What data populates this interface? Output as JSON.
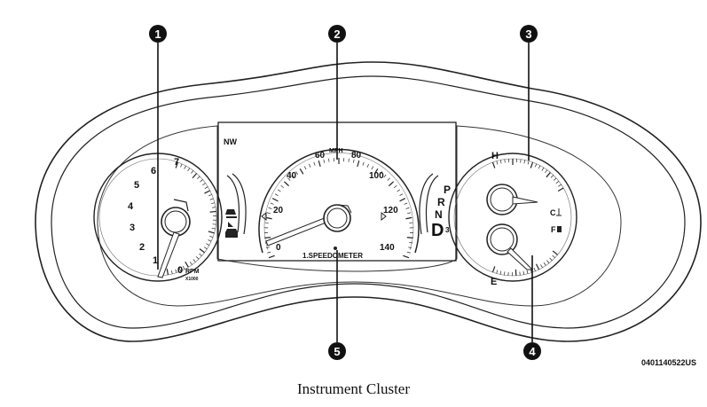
{
  "figure": {
    "caption": "Instrument Cluster",
    "part_number": "0401140522US"
  },
  "callouts": [
    {
      "id": "callout-1",
      "number": "1"
    },
    {
      "id": "callout-2",
      "number": "2"
    },
    {
      "id": "callout-3",
      "number": "3"
    },
    {
      "id": "callout-4",
      "number": "4"
    },
    {
      "id": "callout-5",
      "number": "5"
    }
  ],
  "tachometer": {
    "labels": [
      "0",
      "1",
      "2",
      "3",
      "4",
      "5",
      "6",
      "7"
    ],
    "unit": "RPM",
    "multiplier": "X1000"
  },
  "speedometer": {
    "labels": [
      "0",
      "20",
      "40",
      "60",
      "80",
      "100",
      "120",
      "140"
    ],
    "unit": "MPH",
    "display_text": "1.SPEEDOMETER"
  },
  "compass": "NW",
  "gear": {
    "park": "P",
    "reverse": "R",
    "neutral": "N",
    "drive": "D",
    "range": "3"
  },
  "temperature": {
    "hot": "H",
    "cold": "C"
  },
  "fuel": {
    "full": "F",
    "empty": "E"
  }
}
